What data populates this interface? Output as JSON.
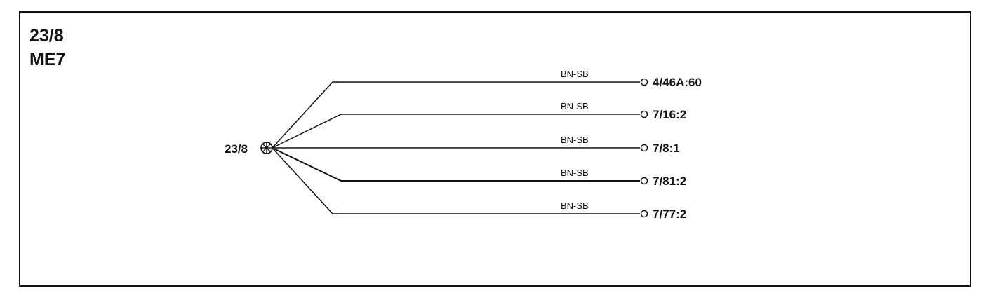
{
  "title": {
    "line1": "23/8",
    "line2": "ME7"
  },
  "splice": {
    "label": "23/8",
    "icon": "splice-point-icon"
  },
  "wires": [
    {
      "color_code": "BN-SB",
      "terminal": "4/46A:60"
    },
    {
      "color_code": "BN-SB",
      "terminal": "7/16:2"
    },
    {
      "color_code": "BN-SB",
      "terminal": "7/8:1"
    },
    {
      "color_code": "BN-SB",
      "terminal": "7/81:2"
    },
    {
      "color_code": "BN-SB",
      "terminal": "7/77:2"
    }
  ],
  "colors": {
    "line": "#111111",
    "background": "#ffffff"
  }
}
